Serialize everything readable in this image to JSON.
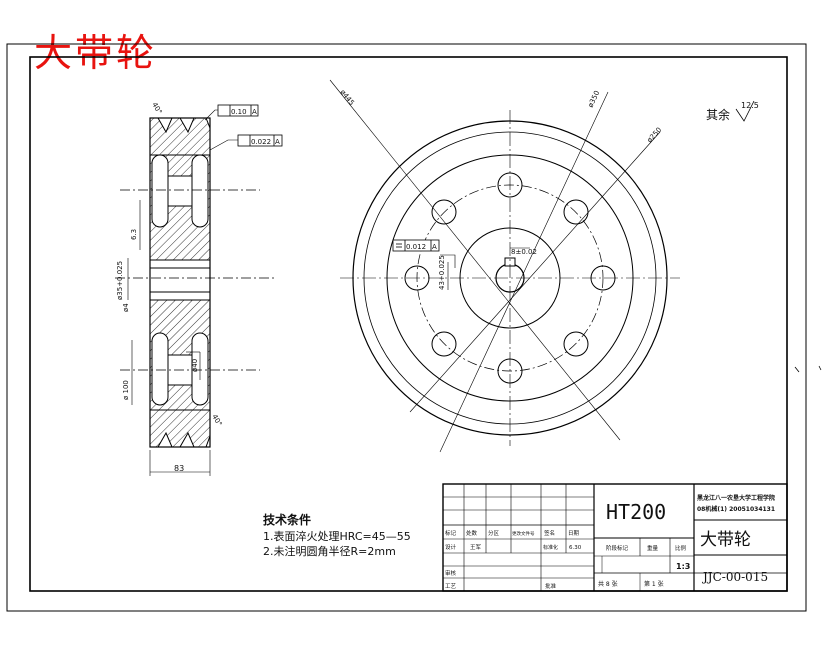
{
  "title": "大带轮",
  "surface_finish": {
    "label": "其余",
    "value": "12.5"
  },
  "callouts": {
    "runout_1": "0.10",
    "runout_1_datum": "A",
    "runout_2": "0.022",
    "runout_2_datum": "A",
    "sym": "0.012",
    "sym_datum": "A"
  },
  "dimensions": {
    "d445": "ø445",
    "d350": "ø350",
    "d250": "ø250",
    "d35": "ø35+0.025",
    "dD": "ø4",
    "d100": "ø 100",
    "d40": "ø40",
    "w83": "83",
    "keyway": "8±0.02",
    "depth": "43+0.025",
    "angle": "40°",
    "small": "6.3"
  },
  "tech": {
    "heading": "技术条件",
    "line1": "1.表面淬火处理HRC=45—55",
    "line2": "2.未注明圆角半径R=2mm"
  },
  "titleblock": {
    "material": "HT200",
    "school": "黑龙江八一农垦大学工程学院",
    "class": "08机械(1) 20051034131",
    "part_name": "大带轮",
    "drawing_no": "JJC-00-015",
    "scale": "1:3",
    "sheets_total": "共 8 张",
    "sheet_no": "第 1 张",
    "c_biaoji": "标记",
    "c_chushu": "处数",
    "c_fenqu": "分区",
    "c_gengai": "更改文件号",
    "c_qianming": "签名",
    "c_riqi": "日期",
    "c_sheji": "设计",
    "c_designer": "王军",
    "c_biaozhunhua": "标准化",
    "c_date": "6.30",
    "c_jieduan": "阶段标记",
    "c_zhongliang": "重量",
    "c_bili": "比例",
    "c_shenhe": "审核",
    "c_gongyi": "工艺",
    "c_pizhun": "批准"
  }
}
